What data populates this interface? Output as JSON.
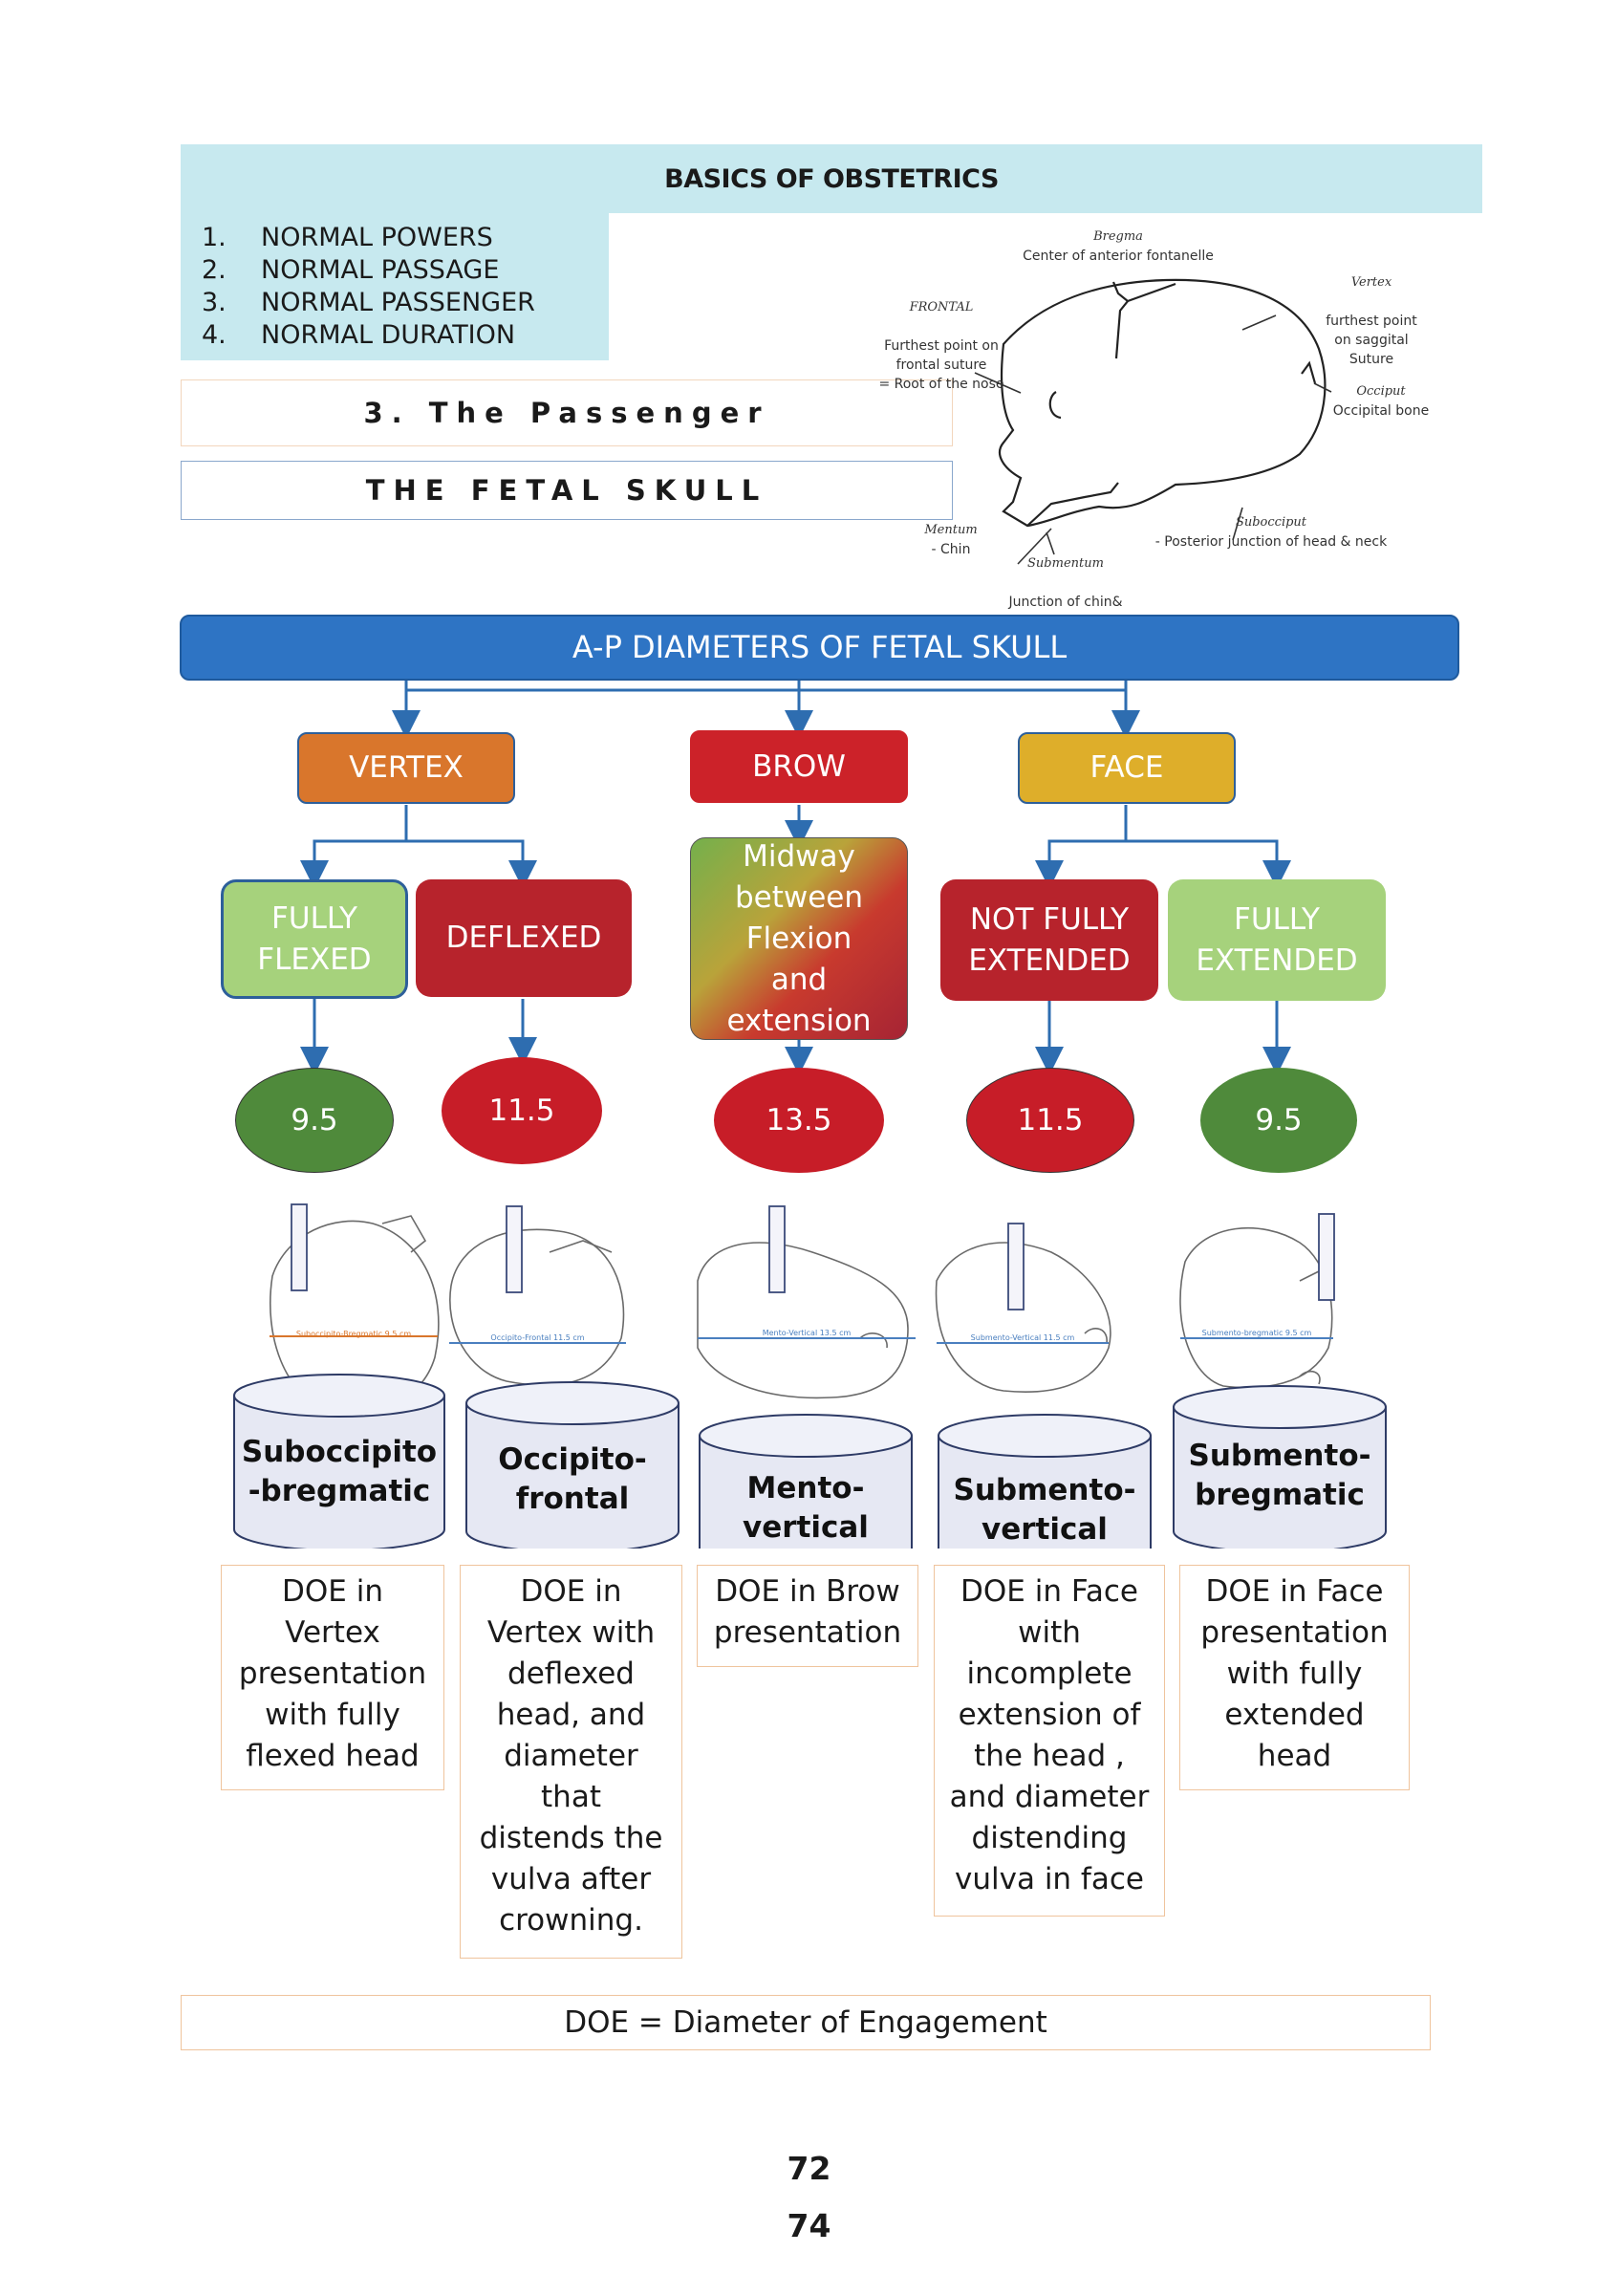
{
  "header": {
    "title": "BASICS OF OBSTETRICS"
  },
  "topics": [
    {
      "num": "1.",
      "label": "NORMAL POWERS"
    },
    {
      "num": "2.",
      "label": "NORMAL PASSAGE"
    },
    {
      "num": "3.",
      "label": "NORMAL PASSENGER"
    },
    {
      "num": "4.",
      "label": "NORMAL DURATION"
    }
  ],
  "section": {
    "title": "3. The Passenger",
    "subtitle": "THE FETAL SKULL"
  },
  "skull_labels": {
    "bregma": {
      "name": "Bregma",
      "desc": "Center of anterior fontanelle"
    },
    "vertex": {
      "name": "Vertex",
      "desc": "furthest point\non saggital\nSuture"
    },
    "frontal": {
      "name": "FRONTAL",
      "desc": "Furthest point on\nfrontal suture\n= Root of the nose"
    },
    "occiput": {
      "name": "Occiput",
      "desc": "Occipital bone"
    },
    "mentum": {
      "name": "Mentum",
      "desc": "- Chin"
    },
    "submentum": {
      "name": "Submentum",
      "desc": "Junction of chin&\nneck"
    },
    "subocciput": {
      "name": "Subocciput",
      "desc": "- Posterior junction of head & neck"
    }
  },
  "diagram": {
    "banner": "A-P DIAMETERS OF FETAL SKULL",
    "categories": {
      "vertex": "VERTEX",
      "brow": "BROW",
      "face": "FACE"
    },
    "attitudes": {
      "fully_flexed": "FULLY\nFLEXED",
      "deflexed": "DEFLEXED",
      "midway": "Midway\nbetween\nFlexion\nand\nextension",
      "not_fully_extended": "NOT FULLY\nEXTENDED",
      "fully_extended": "FULLY\nEXTENDED"
    },
    "values": [
      "9.5",
      "11.5",
      "13.5",
      "11.5",
      "9.5"
    ],
    "diameters": [
      {
        "name": "Suboccipito\n-bregmatic",
        "skull_caption": "Suboccipito-Bregmatic 9.5 cm",
        "doe": "DOE in\nVertex\npresentation\nwith fully\nflexed head"
      },
      {
        "name": "Occipito-\nfrontal",
        "skull_caption": "Occipito-Frontal 11.5 cm",
        "doe": "DOE in\nVertex with\ndeflexed\nhead, and\ndiameter\nthat\ndistends the\nvulva after\ncrowning."
      },
      {
        "name": "Mento-\nvertical",
        "skull_caption": "Mento-Vertical 13.5 cm",
        "doe": "DOE in Brow\npresentation"
      },
      {
        "name": "Submento-\nvertical",
        "skull_caption": "Submento-Vertical 11.5 cm",
        "doe": "DOE in Face\nwith\nincomplete\nextension of\nthe head ,\nand diameter\ndistending\nvulva in face"
      },
      {
        "name": "Submento-\nbregmatic",
        "skull_caption": "Submento-bregmatic 9.5 cm",
        "doe": "DOE in Face\npresentation\nwith fully\nextended\nhead"
      }
    ]
  },
  "footnote": "DOE = Diameter of Engagement",
  "page_numbers": [
    "72",
    "74"
  ],
  "colors": {
    "header_bg": "#c7e9ef",
    "banner": "#2e74c4",
    "vertex": "#d9762c",
    "brow": "#cc2229",
    "face": "#deae2a",
    "flexed_green": "#a6d27c",
    "deflexed_red": "#b7232c",
    "oval_green": "#4f8a3b",
    "oval_red": "#c71d28",
    "arrow": "#2e6db0"
  }
}
